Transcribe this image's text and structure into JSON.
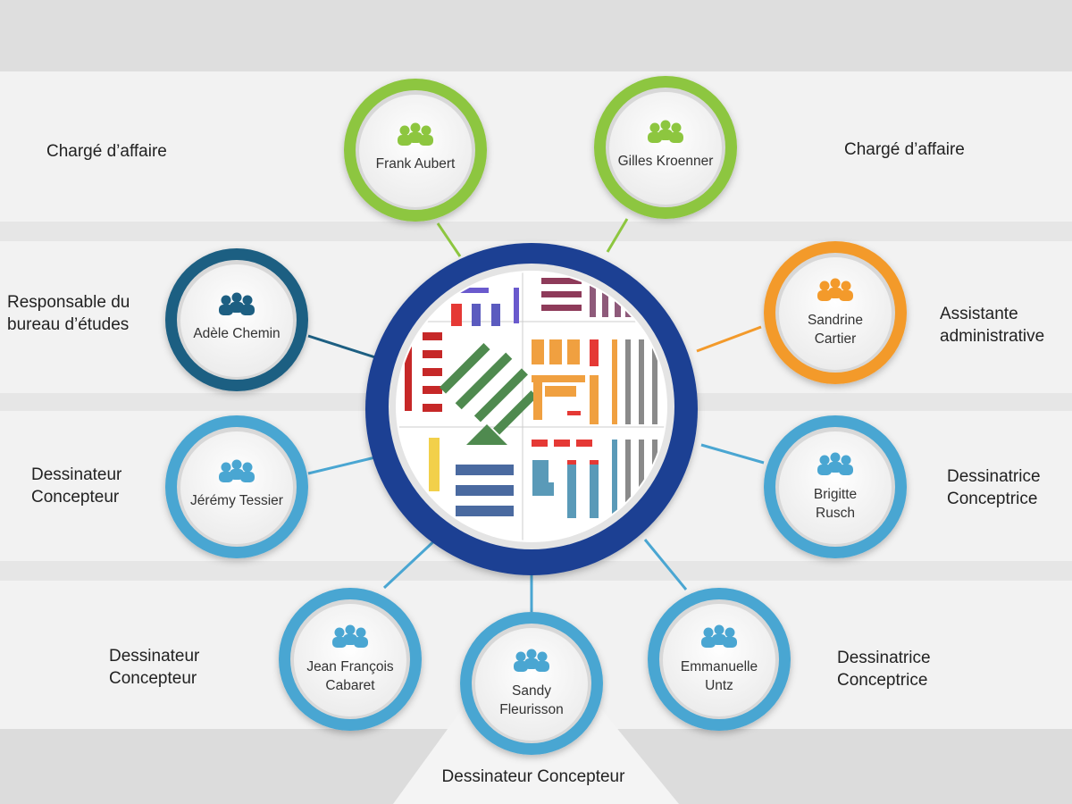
{
  "colors": {
    "green": "#8dc63f",
    "teal": "#1d5f82",
    "orange": "#f39a2b",
    "blue": "#4aa6d2",
    "center": "#1b3f93"
  },
  "nodes": [
    {
      "id": "frank-aubert",
      "lines": [
        "Frank Aubert"
      ],
      "color": "green",
      "role": [
        "Chargé d’affaire"
      ]
    },
    {
      "id": "gilles-kroenner",
      "lines": [
        "Gilles Kroenner"
      ],
      "color": "green",
      "role": [
        "Chargé d’affaire"
      ]
    },
    {
      "id": "adele-chemin",
      "lines": [
        "Adèle Chemin"
      ],
      "color": "teal",
      "role": [
        "Responsable du",
        "bureau d’études"
      ]
    },
    {
      "id": "sandrine-cartier",
      "lines": [
        "Sandrine",
        "Cartier"
      ],
      "color": "orange",
      "role": [
        "Assistante",
        "administrative"
      ]
    },
    {
      "id": "jeremy-tessier",
      "lines": [
        "Jérémy Tessier"
      ],
      "color": "blue",
      "role": [
        "Dessinateur",
        "Concepteur"
      ]
    },
    {
      "id": "brigitte-rusch",
      "lines": [
        "Brigitte",
        "Rusch"
      ],
      "color": "blue",
      "role": [
        "Dessinatrice",
        "Conceptrice"
      ]
    },
    {
      "id": "jean-francois-cabaret",
      "lines": [
        "Jean François",
        "Cabaret"
      ],
      "color": "blue",
      "role": [
        "Dessinateur",
        "Concepteur"
      ]
    },
    {
      "id": "sandy-fleurisson",
      "lines": [
        "Sandy",
        "Fleurisson"
      ],
      "color": "blue",
      "role": [
        "Dessinateur Concepteur"
      ]
    },
    {
      "id": "emmanuelle-untz",
      "lines": [
        "Emmanuelle",
        "Untz"
      ],
      "color": "blue",
      "role": [
        "Dessinatrice",
        "Conceptrice"
      ]
    }
  ],
  "icon": "people-group-icon"
}
